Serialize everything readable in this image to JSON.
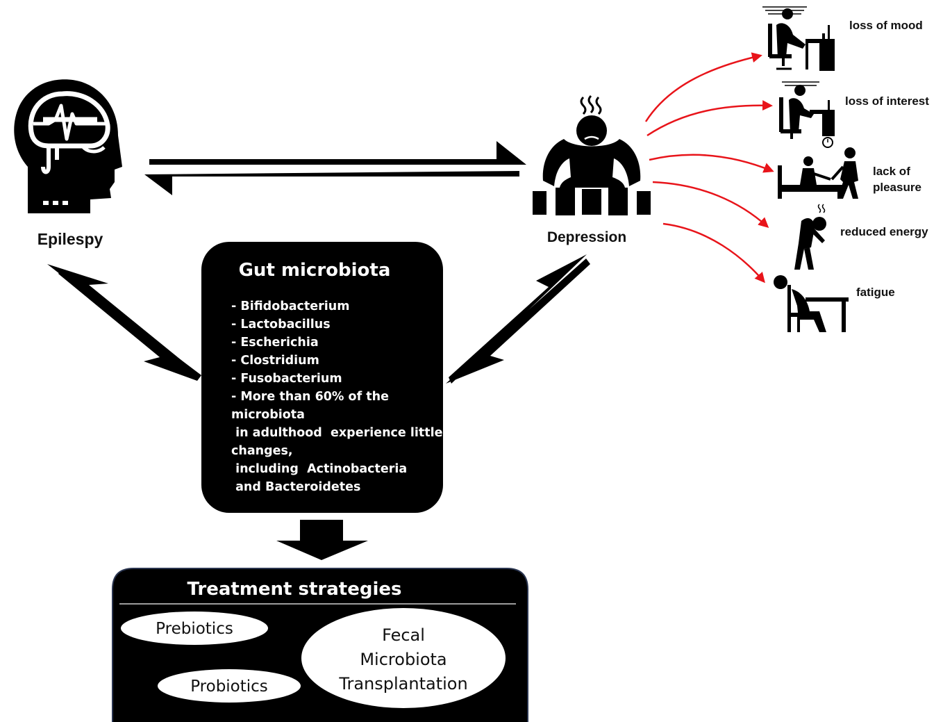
{
  "nodes": {
    "epilepsy": {
      "label": "Epilespy",
      "icon": "brain-head-icon"
    },
    "depression": {
      "label": "Depression",
      "icon": "depressed-person-icon"
    }
  },
  "gut_microbiota": {
    "title": "Gut microbiota",
    "items": [
      "- Bifidobacterium",
      "- Lactobacillus",
      "- Escherichia",
      "- Clostridium",
      "- Fusobacterium",
      "- More than 60% of the",
      "microbiota",
      " in adulthood  experience little",
      "changes,",
      " including  Actinobacteria",
      " and Bacteroidetes"
    ]
  },
  "treatment": {
    "title": "Treatment strategies",
    "prebiotics": "Prebiotics",
    "probiotics": "Probiotics",
    "fmt": [
      "Fecal",
      "Microbiota",
      "Transplantation"
    ]
  },
  "symptoms": [
    {
      "label": "loss of mood",
      "icon": "person-at-desk-icon"
    },
    {
      "label": "loss of interest",
      "icon": "person-at-desk-clock-icon"
    },
    {
      "label": [
        "lack of",
        "pleasure"
      ],
      "icon": "person-leaving-bed-icon"
    },
    {
      "label": "reduced energy",
      "icon": "hunched-person-icon"
    },
    {
      "label": "fatigue",
      "icon": "person-resting-on-table-icon"
    }
  ],
  "colors": {
    "arrow_red": "#e8141a",
    "box_fill": "#000000",
    "text_dark": "#111111"
  }
}
